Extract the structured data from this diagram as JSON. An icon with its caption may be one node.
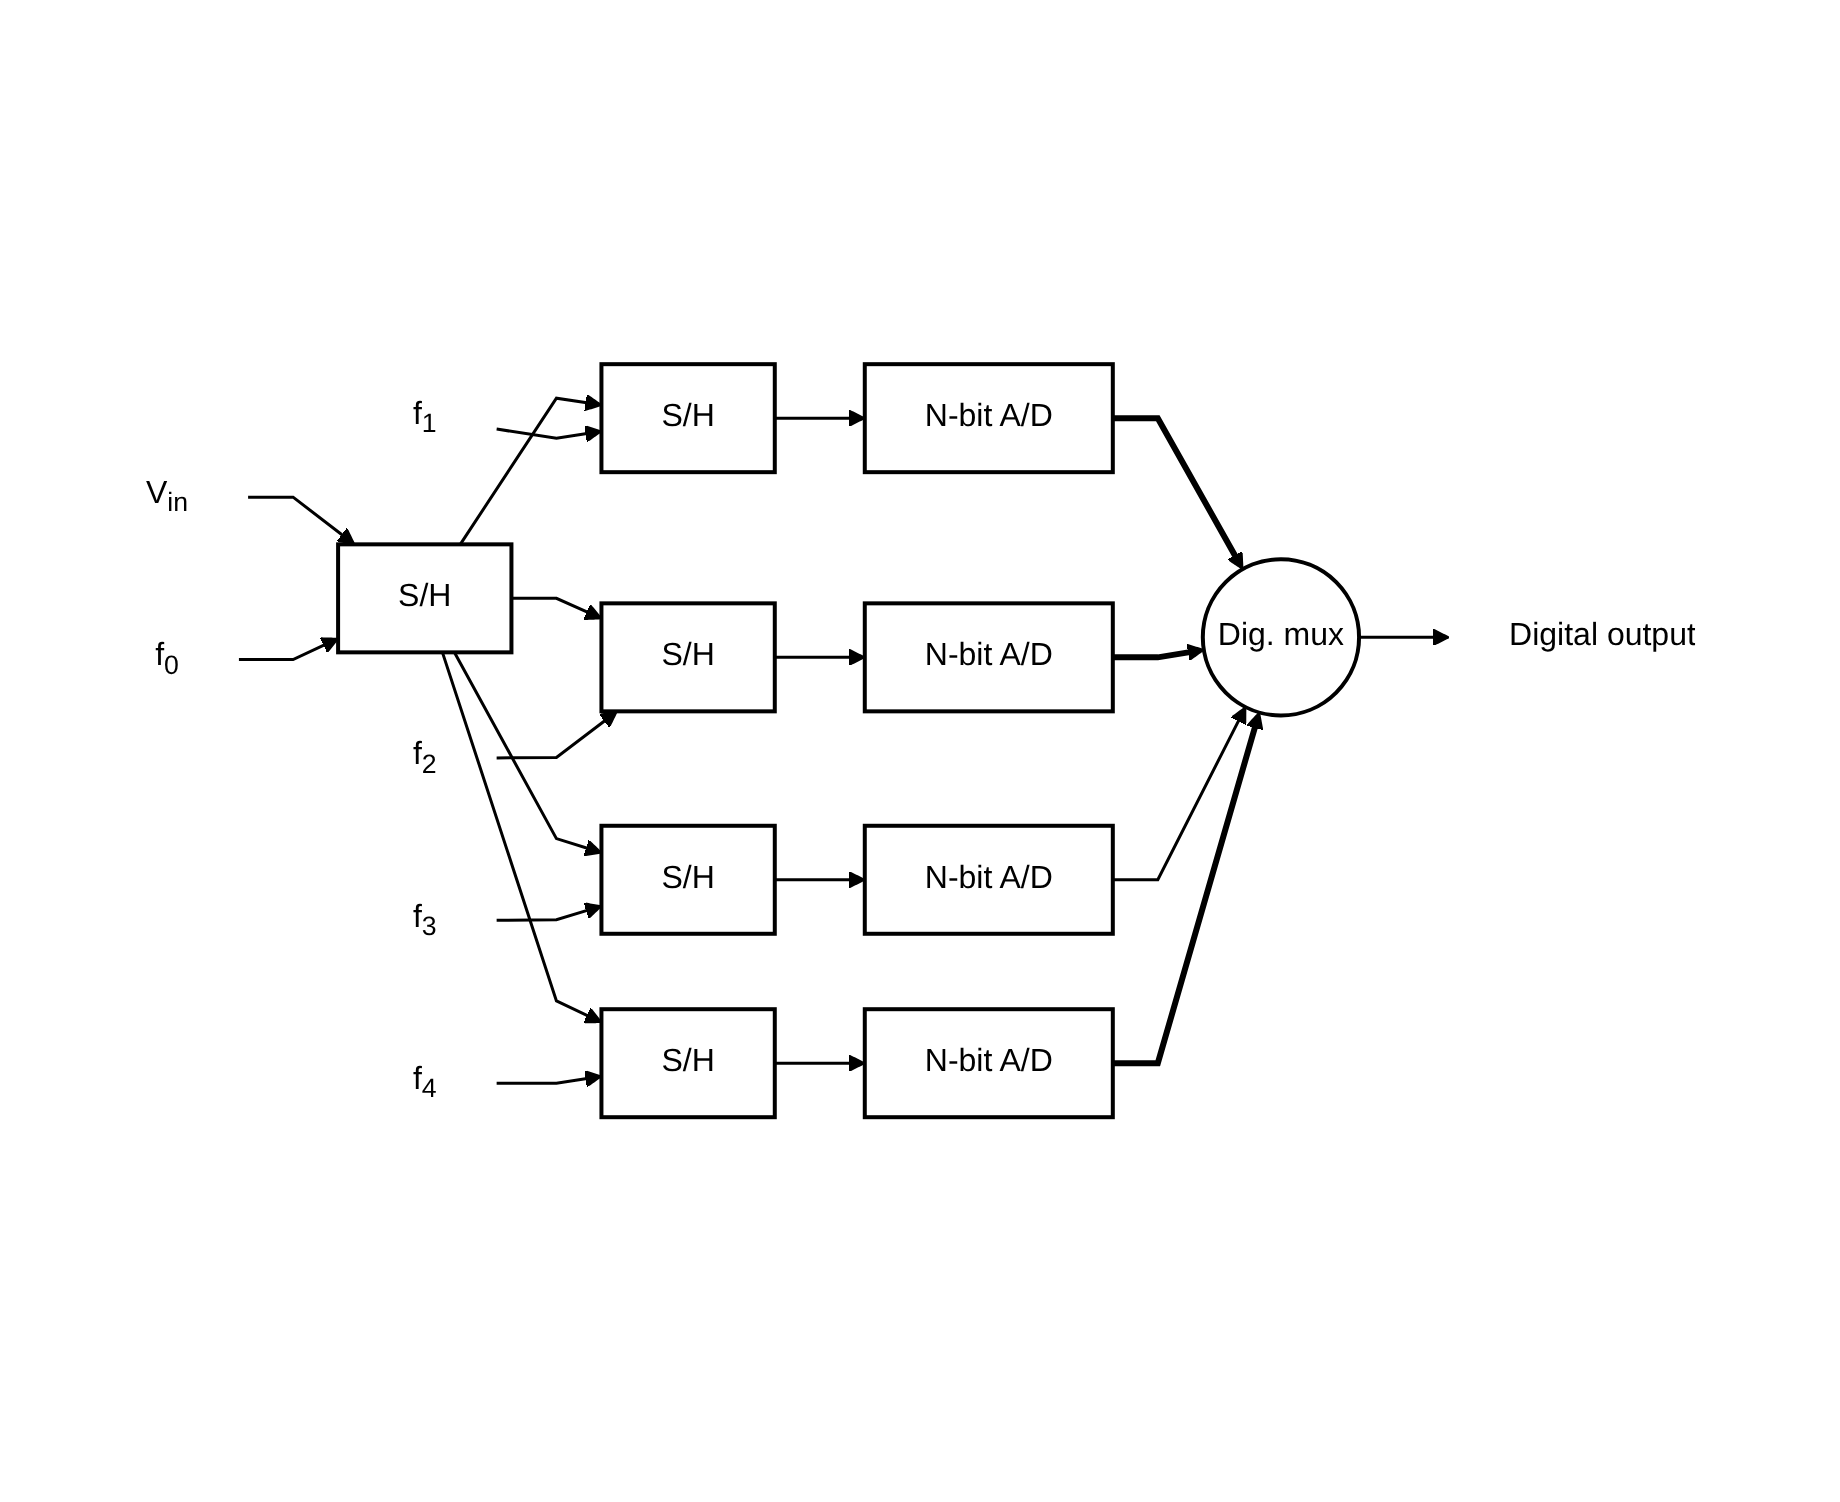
{
  "diagram": {
    "nodes": [
      {
        "text": [
          "V$_{in}$"
        ]
      },
      {
        "text": [
          "f$_{0}$"
        ]
      },
      {
        "text": [
          "S/H"
        ]
      },
      {
        "text": [
          "f$_{1}$"
        ]
      },
      {
        "text": [
          "S/H"
        ]
      },
      {
        "text": [
          "N-bit A/D"
        ]
      },
      {
        "text": [
          "f$_{2}$"
        ]
      },
      {
        "text": [
          "S/H"
        ]
      },
      {
        "text": [
          "N-bit A/D"
        ]
      },
      {
        "text": [
          "f$_{3}$"
        ]
      },
      {
        "text": [
          "S/H"
        ]
      },
      {
        "text": [
          "N-bit A/D"
        ]
      },
      {
        "text": [
          "f$_{4}$"
        ]
      },
      {
        "text": [
          "S/H"
        ]
      },
      {
        "text": [
          "N-bit A/D"
        ]
      },
      {
        "text": [
          "Dig. mux"
        ]
      },
      {
        "text": [
          "Digital output"
        ]
      }
    ],
    "edges": [
      {
        "from": 0,
        "to": 2,
        "arrow": "to"
      },
      {
        "from": 1,
        "to": 2,
        "arrow": "to"
      },
      {
        "from": 2,
        "to": 4,
        "arrow": "to"
      },
      {
        "from": 2,
        "to": 7,
        "arrow": "to"
      },
      {
        "from": 2,
        "to": 10,
        "arrow": "to"
      },
      {
        "from": 2,
        "to": 13,
        "arrow": "to"
      },
      {
        "from": 3,
        "to": 4,
        "arrow": "to"
      },
      {
        "from": 4,
        "to": 5,
        "arrow": "to"
      },
      {
        "from": 6,
        "to": 7,
        "arrow": "to"
      },
      {
        "from": 7,
        "to": 8,
        "arrow": "to"
      },
      {
        "from": 9,
        "to": 10,
        "arrow": "to"
      },
      {
        "from": 10,
        "to": 11,
        "arrow": "to"
      },
      {
        "from": 12,
        "to": 13,
        "arrow": "to"
      },
      {
        "from": 13,
        "to": 14,
        "arrow": "to"
      },
      {
        "from": 5,
        "to": 15,
        "arrow": "to",
        "style": "thick"
      },
      {
        "from": 8,
        "to": 15,
        "arrow": "to",
        "style": "thick"
      },
      {
        "from": 11,
        "to": 15,
        "arrow": "to"
      },
      {
        "from": 14,
        "to": 15,
        "arrow": "to",
        "style": "thick"
      },
      {
        "from": 15,
        "to": 16,
        "arrow": "to"
      }
    ]
  }
}
